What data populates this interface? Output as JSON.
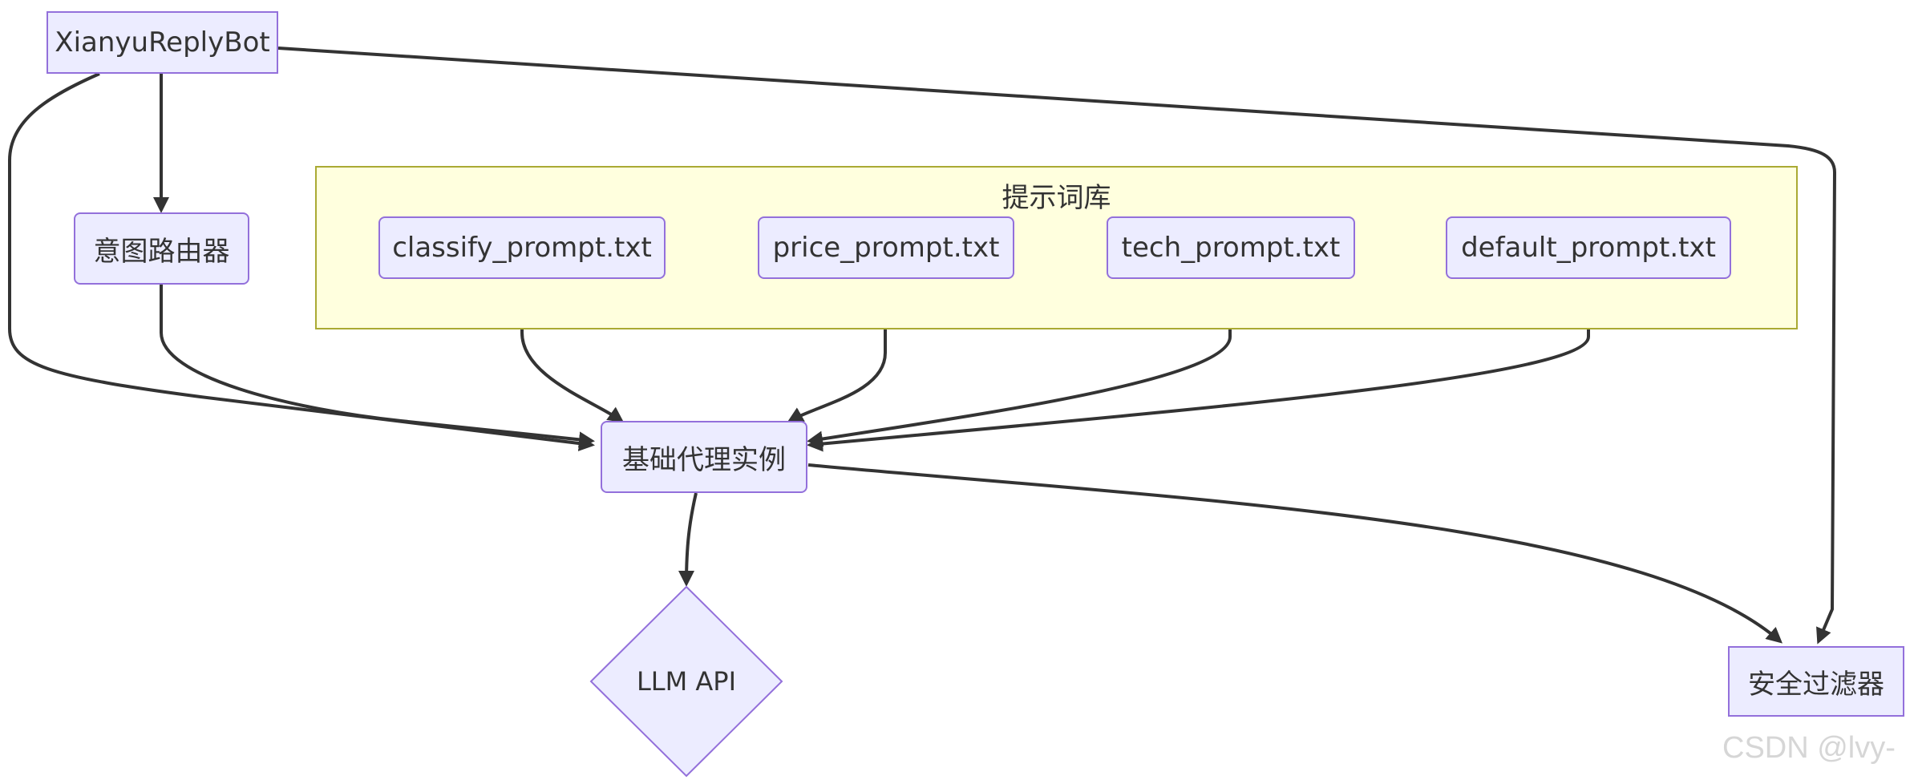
{
  "colors": {
    "node_fill": "#ECECFF",
    "node_border": "#9370DB",
    "cluster_fill": "#FFFFDE",
    "cluster_border": "#AAAA33",
    "edge": "#333333",
    "text": "#333333"
  },
  "cluster": {
    "label": "提示词库"
  },
  "nodes": {
    "bot": "XianyuReplyBot",
    "router": "意图路由器",
    "classify": "classify_prompt.txt",
    "price": "price_prompt.txt",
    "tech": "tech_prompt.txt",
    "default": "default_prompt.txt",
    "agent": "基础代理实例",
    "llm": "LLM API",
    "filter": "安全过滤器"
  },
  "edges": [
    {
      "from": "bot",
      "to": "router"
    },
    {
      "from": "bot",
      "to": "agent"
    },
    {
      "from": "bot",
      "to": "filter"
    },
    {
      "from": "router",
      "to": "agent"
    },
    {
      "from": "classify",
      "to": "agent"
    },
    {
      "from": "price",
      "to": "agent"
    },
    {
      "from": "tech",
      "to": "agent"
    },
    {
      "from": "default",
      "to": "agent"
    },
    {
      "from": "agent",
      "to": "llm"
    },
    {
      "from": "agent",
      "to": "filter"
    }
  ],
  "watermark": "CSDN @lvy-"
}
